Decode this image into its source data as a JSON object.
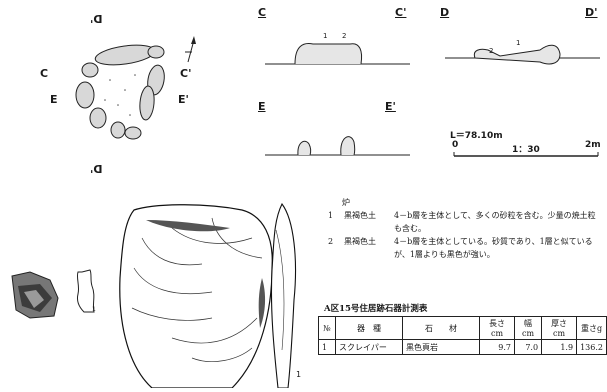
{
  "plan": {
    "label_d_top": "D'",
    "label_d_bottom": "D'",
    "label_c": "C",
    "label_c_prime": "C'",
    "label_e": "E",
    "label_e_prime": "E'"
  },
  "sections": {
    "c_left": "C",
    "c_right": "C'",
    "d_left": "D",
    "d_right": "D'",
    "e_left": "E",
    "e_right": "E'",
    "layer1": "1",
    "layer2": "2",
    "d_layer1": "1",
    "d_layer2": "2"
  },
  "scale": {
    "elevation": "L＝78.10m",
    "start": "0",
    "ratio": "1：30",
    "end": "2m"
  },
  "legend": {
    "heading": "炉",
    "rows": [
      {
        "num": "1",
        "soil": "黒褐色土",
        "desc": "4－b層を主体として、多くの砂粒を含む。少量の焼土粒も含む。"
      },
      {
        "num": "2",
        "soil": "黒褐色土",
        "desc": "4－b層を主体としている。砂質であり、1層と似ているが、1層よりも黒色が強い。"
      }
    ]
  },
  "artifact_label": "1",
  "small_label": "1",
  "table": {
    "title": "A区15号住居跡石器計測表",
    "headers": [
      "№",
      "器　種",
      "石　　材",
      "長さcm",
      "幅cm",
      "厚さcm",
      "重さg"
    ],
    "rows": [
      [
        "1",
        "スクレイパー",
        "黒色頁岩",
        "9.7",
        "7.0",
        "1.9",
        "136.2"
      ]
    ]
  }
}
